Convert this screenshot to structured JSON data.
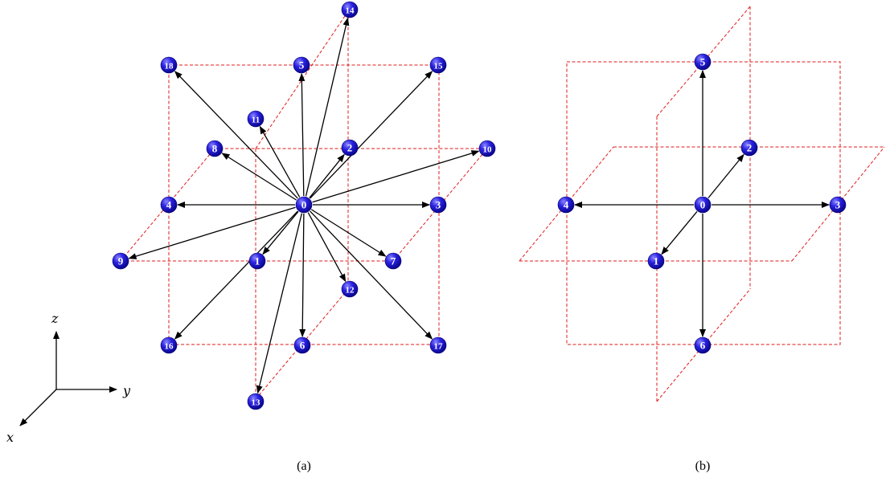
{
  "panels": [
    {
      "caption": "(a)",
      "nodes": [
        "0",
        "1",
        "2",
        "3",
        "4",
        "5",
        "6",
        "7",
        "8",
        "9",
        "10",
        "11",
        "12",
        "13",
        "14",
        "15",
        "16",
        "17",
        "18"
      ]
    },
    {
      "caption": "(b)",
      "nodes": [
        "0",
        "1",
        "2",
        "3",
        "4",
        "5",
        "6"
      ]
    }
  ],
  "axes": {
    "x": "x",
    "y": "y",
    "z": "z"
  },
  "colors": {
    "node_fill": "#1a14c8",
    "node_highlight": "#8a86ff",
    "node_text": "#ffffff",
    "arrow": "#000000",
    "lattice_line": "#e21b1b"
  }
}
